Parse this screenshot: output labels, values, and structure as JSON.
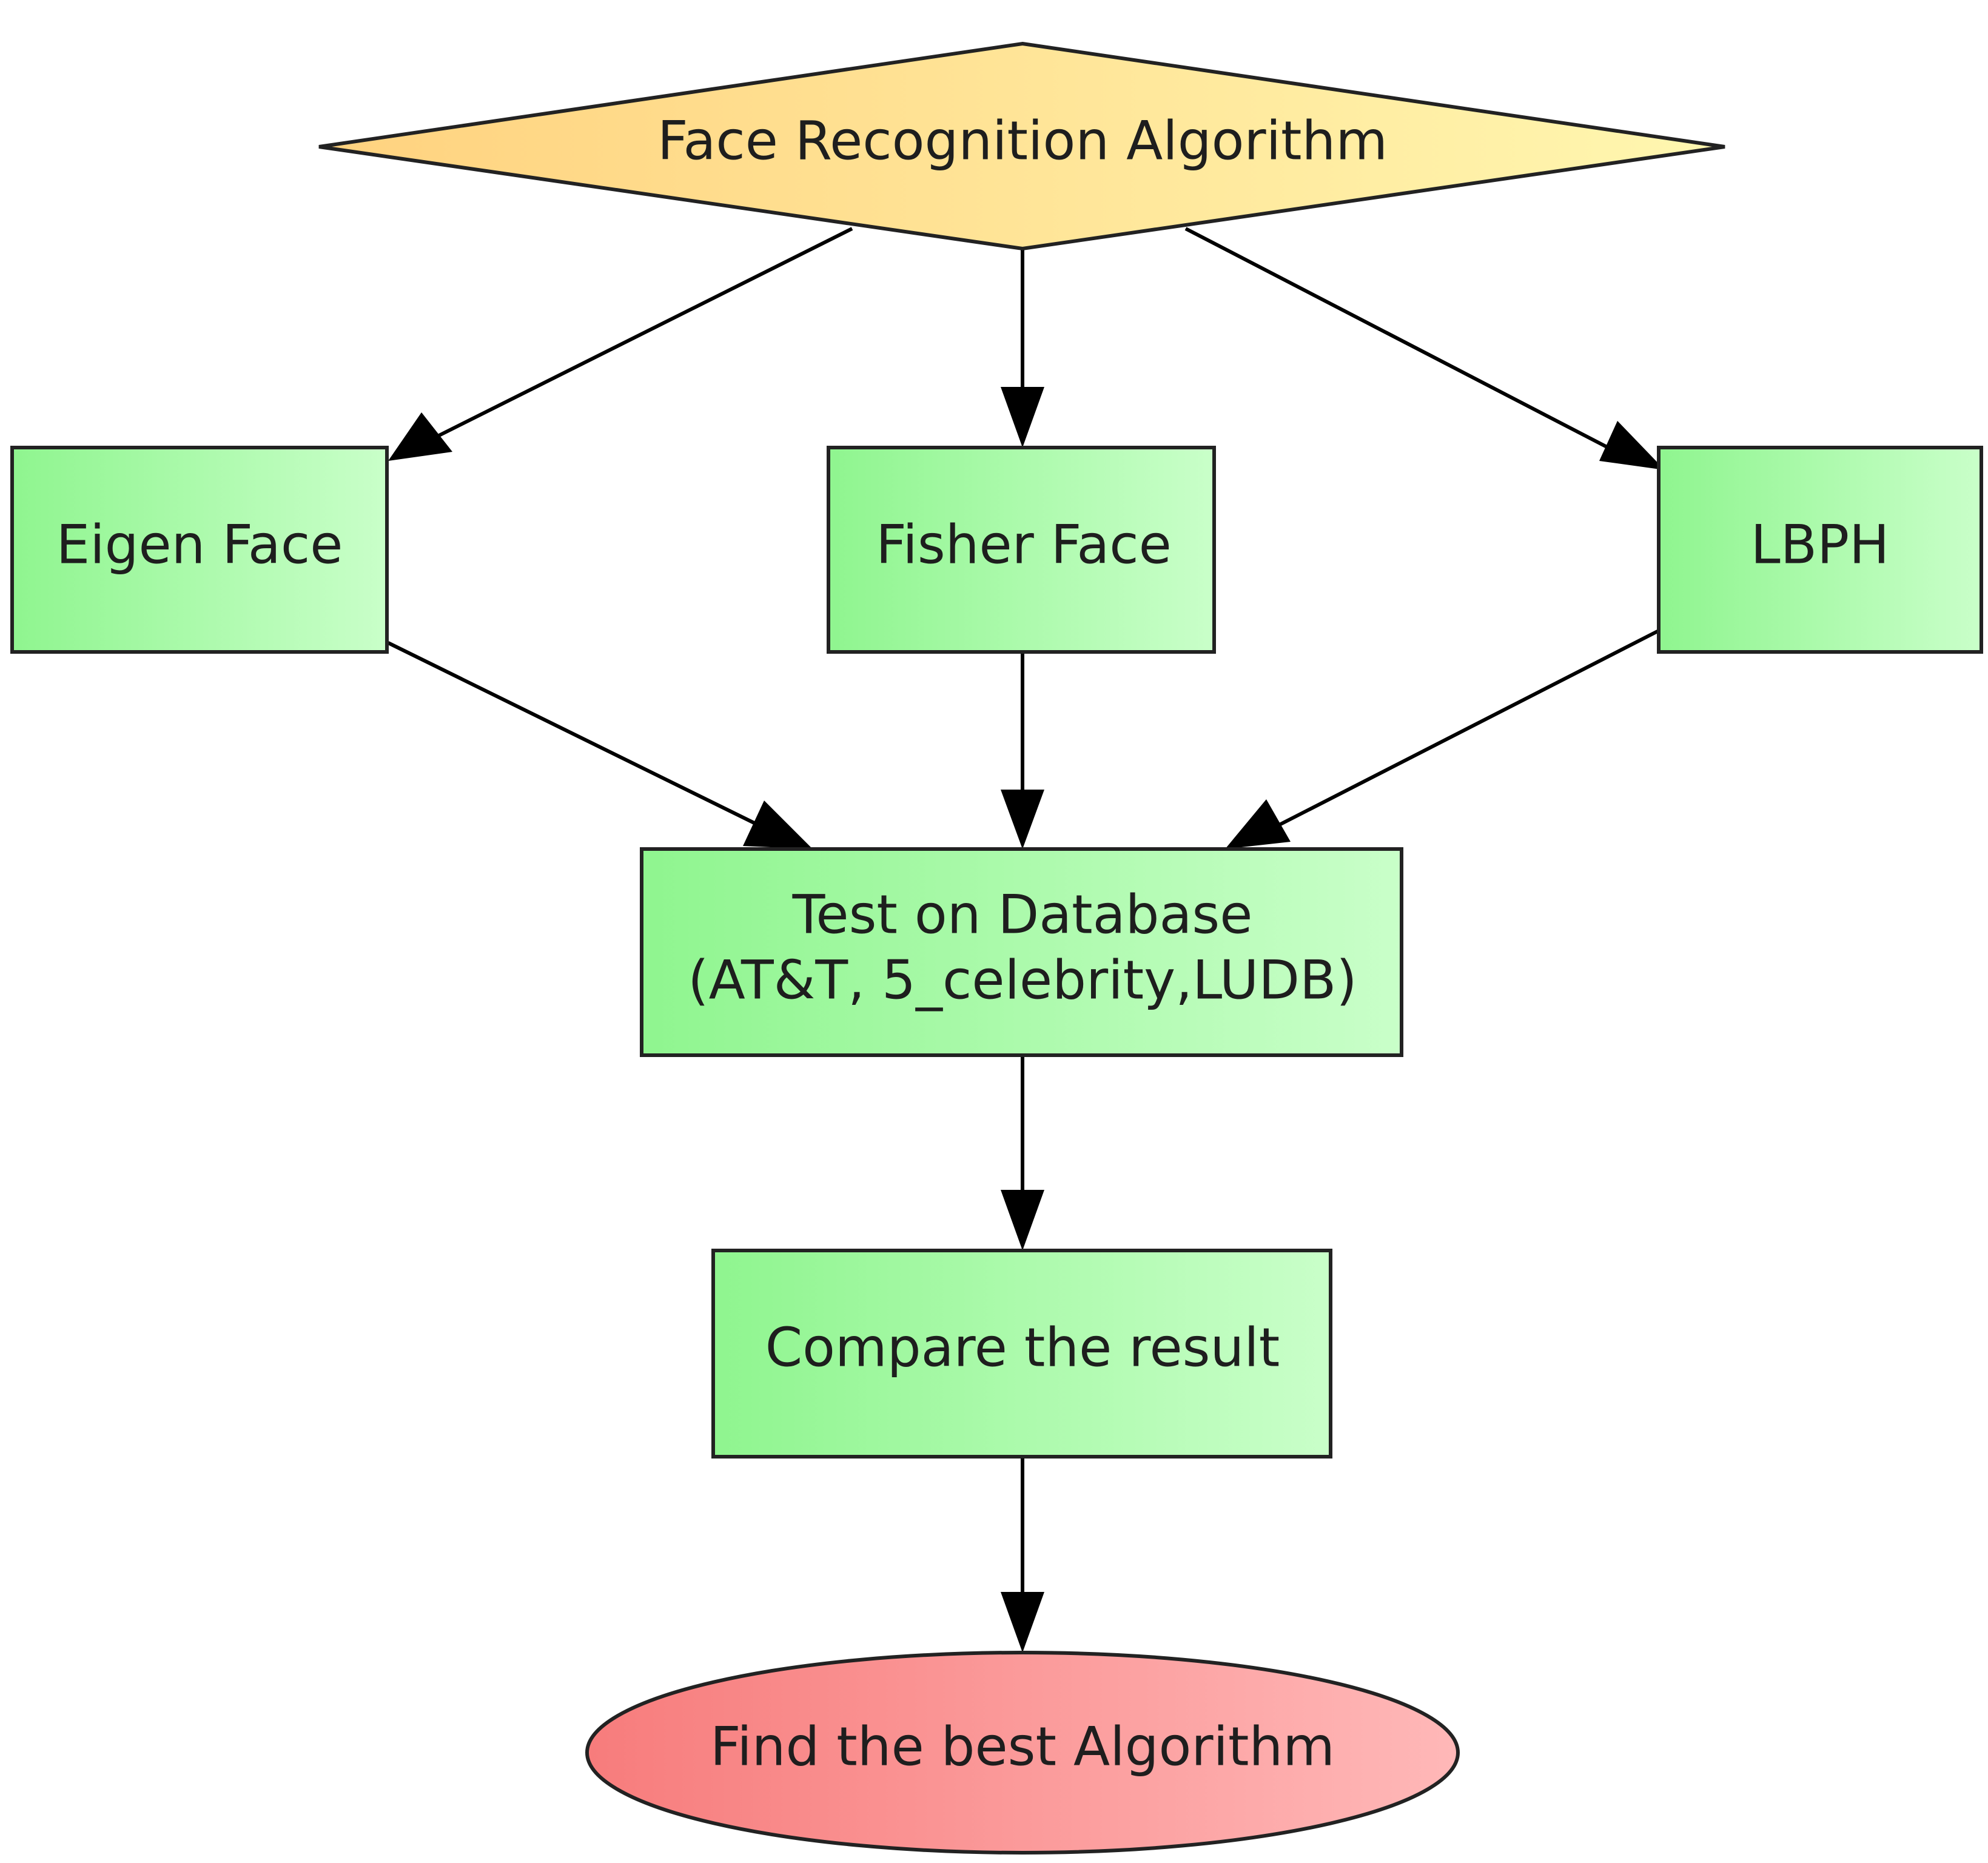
{
  "diagram": {
    "nodes": {
      "start": {
        "label": "Face Recognition Algorithm"
      },
      "eigen": {
        "label": "Eigen Face"
      },
      "fisher": {
        "label": "Fisher Face"
      },
      "lbph": {
        "label": "LBPH"
      },
      "test": {
        "line1": "Test on Database",
        "line2": "(AT&T, 5_celebrity,LUDB)"
      },
      "compare": {
        "label": "Compare the result"
      },
      "end": {
        "label": "Find the best Algorithm"
      }
    },
    "edges": [
      {
        "from": "start",
        "to": "eigen"
      },
      {
        "from": "start",
        "to": "fisher"
      },
      {
        "from": "start",
        "to": "lbph"
      },
      {
        "from": "eigen",
        "to": "test"
      },
      {
        "from": "fisher",
        "to": "test"
      },
      {
        "from": "lbph",
        "to": "test"
      },
      {
        "from": "test",
        "to": "compare"
      },
      {
        "from": "compare",
        "to": "end"
      }
    ],
    "colors": {
      "decision_fill_start": "#ffd27f",
      "decision_fill_end": "#fff7b0",
      "process_fill_start": "#8ff58f",
      "process_fill_end": "#c9ffc9",
      "terminal_fill_start": "#f77c7c",
      "terminal_fill_end": "#ffb8b8",
      "stroke": "#222222",
      "arrow": "#000000"
    }
  }
}
